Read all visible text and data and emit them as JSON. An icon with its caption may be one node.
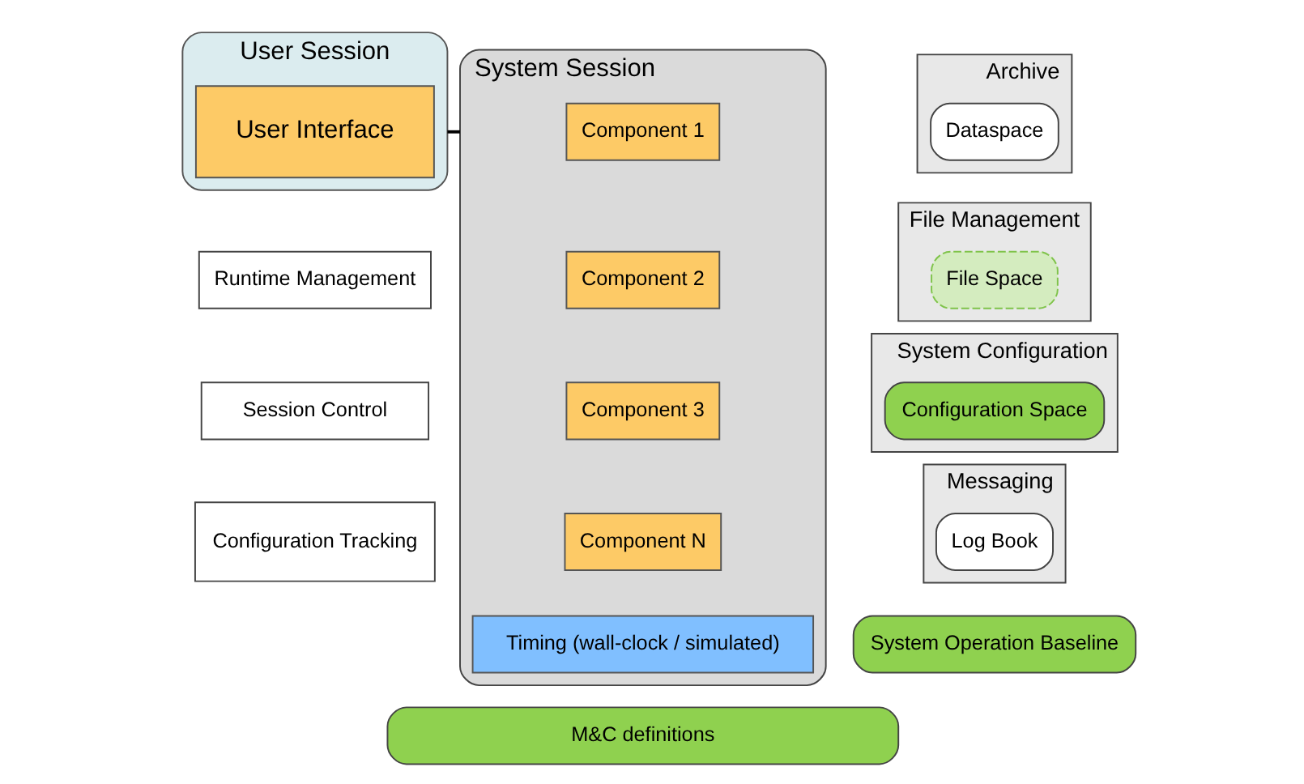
{
  "diagram": {
    "nodes": [
      {
        "text": [
          "User Session"
        ]
      },
      {
        "text": [
          "User Interface"
        ],
        "in": 0
      },
      {
        "text": [
          "System Session"
        ]
      },
      {
        "text": [
          "Component 1"
        ],
        "in": 2
      },
      {
        "text": [
          "Component 2"
        ],
        "in": 2
      },
      {
        "text": [
          "Component 3"
        ],
        "in": 2
      },
      {
        "text": [
          "Component N"
        ],
        "in": 2
      },
      {
        "text": [
          "Timing (wall-clock / simulated)"
        ],
        "in": 2
      },
      {
        "text": [
          "Archive"
        ]
      },
      {
        "text": [
          "Dataspace"
        ],
        "in": 8
      },
      {
        "text": [
          "File Management"
        ]
      },
      {
        "text": [
          "File Space"
        ],
        "in": 10
      },
      {
        "text": [
          "System Configuration"
        ]
      },
      {
        "text": [
          "Configuration Space"
        ],
        "in": 12
      },
      {
        "text": [
          "Messaging"
        ]
      },
      {
        "text": [
          "Log Book"
        ],
        "in": 14
      },
      {
        "text": [
          "Runtime Management"
        ]
      },
      {
        "text": [
          "Session Control"
        ]
      },
      {
        "text": [
          "Configuration Tracking"
        ]
      },
      {
        "text": [
          "M&C definitions"
        ]
      },
      {
        "text": [
          "System Operation Baseline"
        ]
      }
    ],
    "edges": [
      {
        "from": 0,
        "to": 2,
        "arrow": "none"
      }
    ]
  }
}
